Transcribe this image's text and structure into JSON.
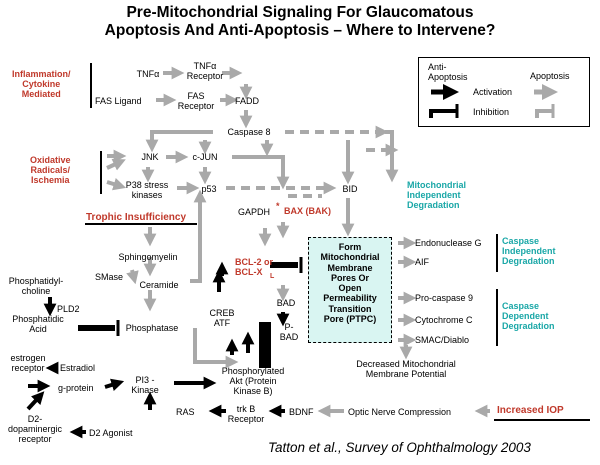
{
  "title": {
    "line1": "Pre-Mitochondrial Signaling For Glaucomatous",
    "line2": "Apoptosis And Anti-Apoptosis – Where to Intervene?"
  },
  "legend": {
    "anti_apoptosis": "Anti-\nApoptosis",
    "apoptosis": "Apoptosis",
    "activation": "Activation",
    "inhibition": "Inhibition"
  },
  "categories": {
    "inflammation": "Inflammation/\nCytokine\nMediated",
    "oxidative": "Oxidative\nRadicals/\nIschemia",
    "trophic": "Trophic Insufficiency",
    "increased_iop": "Increased IOP"
  },
  "nodes": {
    "tnfa": "TNFα",
    "tnfa_receptor": "TNFα\nReceptor",
    "fas_ligand": "FAS Ligand",
    "fas_receptor": "FAS\nReceptor",
    "fadd": "FADD",
    "caspase8": "Caspase 8",
    "jnk": "JNK",
    "cjun": "c-JUN",
    "p38": "P38 stress\nkinases",
    "p53": "p53",
    "bid": "BID",
    "gapdh": "GAPDH",
    "asterisk": "*",
    "bax": "BAX (BAK)",
    "mito_independent": "Mitochondrial\nIndependent\nDegradation",
    "sphingomyelin": "Sphingomyelin",
    "smase": "SMase",
    "ceramide": "Ceramide",
    "phosphatidylcholine": "Phosphatidyl-\ncholine",
    "pld2": "PLD2",
    "phosphatidic_acid": "Phosphatidic\nAcid",
    "phosphatase": "Phosphatase",
    "bcl2_main": "BCL-2 or\nBCL-X",
    "bcl2_sub": "L",
    "creb_atf": "CREB\nATF",
    "bad": "BAD",
    "p_bad": "P-\nBAD",
    "ptpc": "Form\nMitochondrial\nMembrane\nPores Or\nOpen\nPermeability\nTransition\nPore (PTPC)",
    "endonuclease_g": "Endonuclease G",
    "aif": "AIF",
    "caspase_independent": "Caspase\nIndependent\nDegradation",
    "procaspase9": "Pro-caspase 9",
    "cytochrome_c": "Cytochrome C",
    "smac": "SMAC/Diablo",
    "caspase_dependent": "Caspase\nDependent\nDegradation",
    "decreased_potential": "Decreased Mitochondrial\nMembrane Potential",
    "estrogen_receptor": "estrogen\nreceptor",
    "estradiol": "Estradiol",
    "g_protein": "g-protein",
    "pi3_kinase": "PI3 -\nKinase",
    "phosphorylated_akt": "Phosphorylated\nAkt (Protein\nKinase B)",
    "d2_receptor": "D2-\ndopaminergic\nreceptor",
    "d2_agonist": "D2 Agonist",
    "ras": "RAS",
    "trkb_receptor": "trk B\nReceptor",
    "bdnf": "BDNF",
    "optic_nerve": "Optic Nerve Compression"
  },
  "citation": "Tatton et al., Survey of Ophthalmology 2003",
  "colors": {
    "activation_arrow": "#a9a9a9",
    "red_label": "#c0392b",
    "teal_label": "#1aa7a7",
    "ptpc_fill": "#d9f5f2"
  }
}
